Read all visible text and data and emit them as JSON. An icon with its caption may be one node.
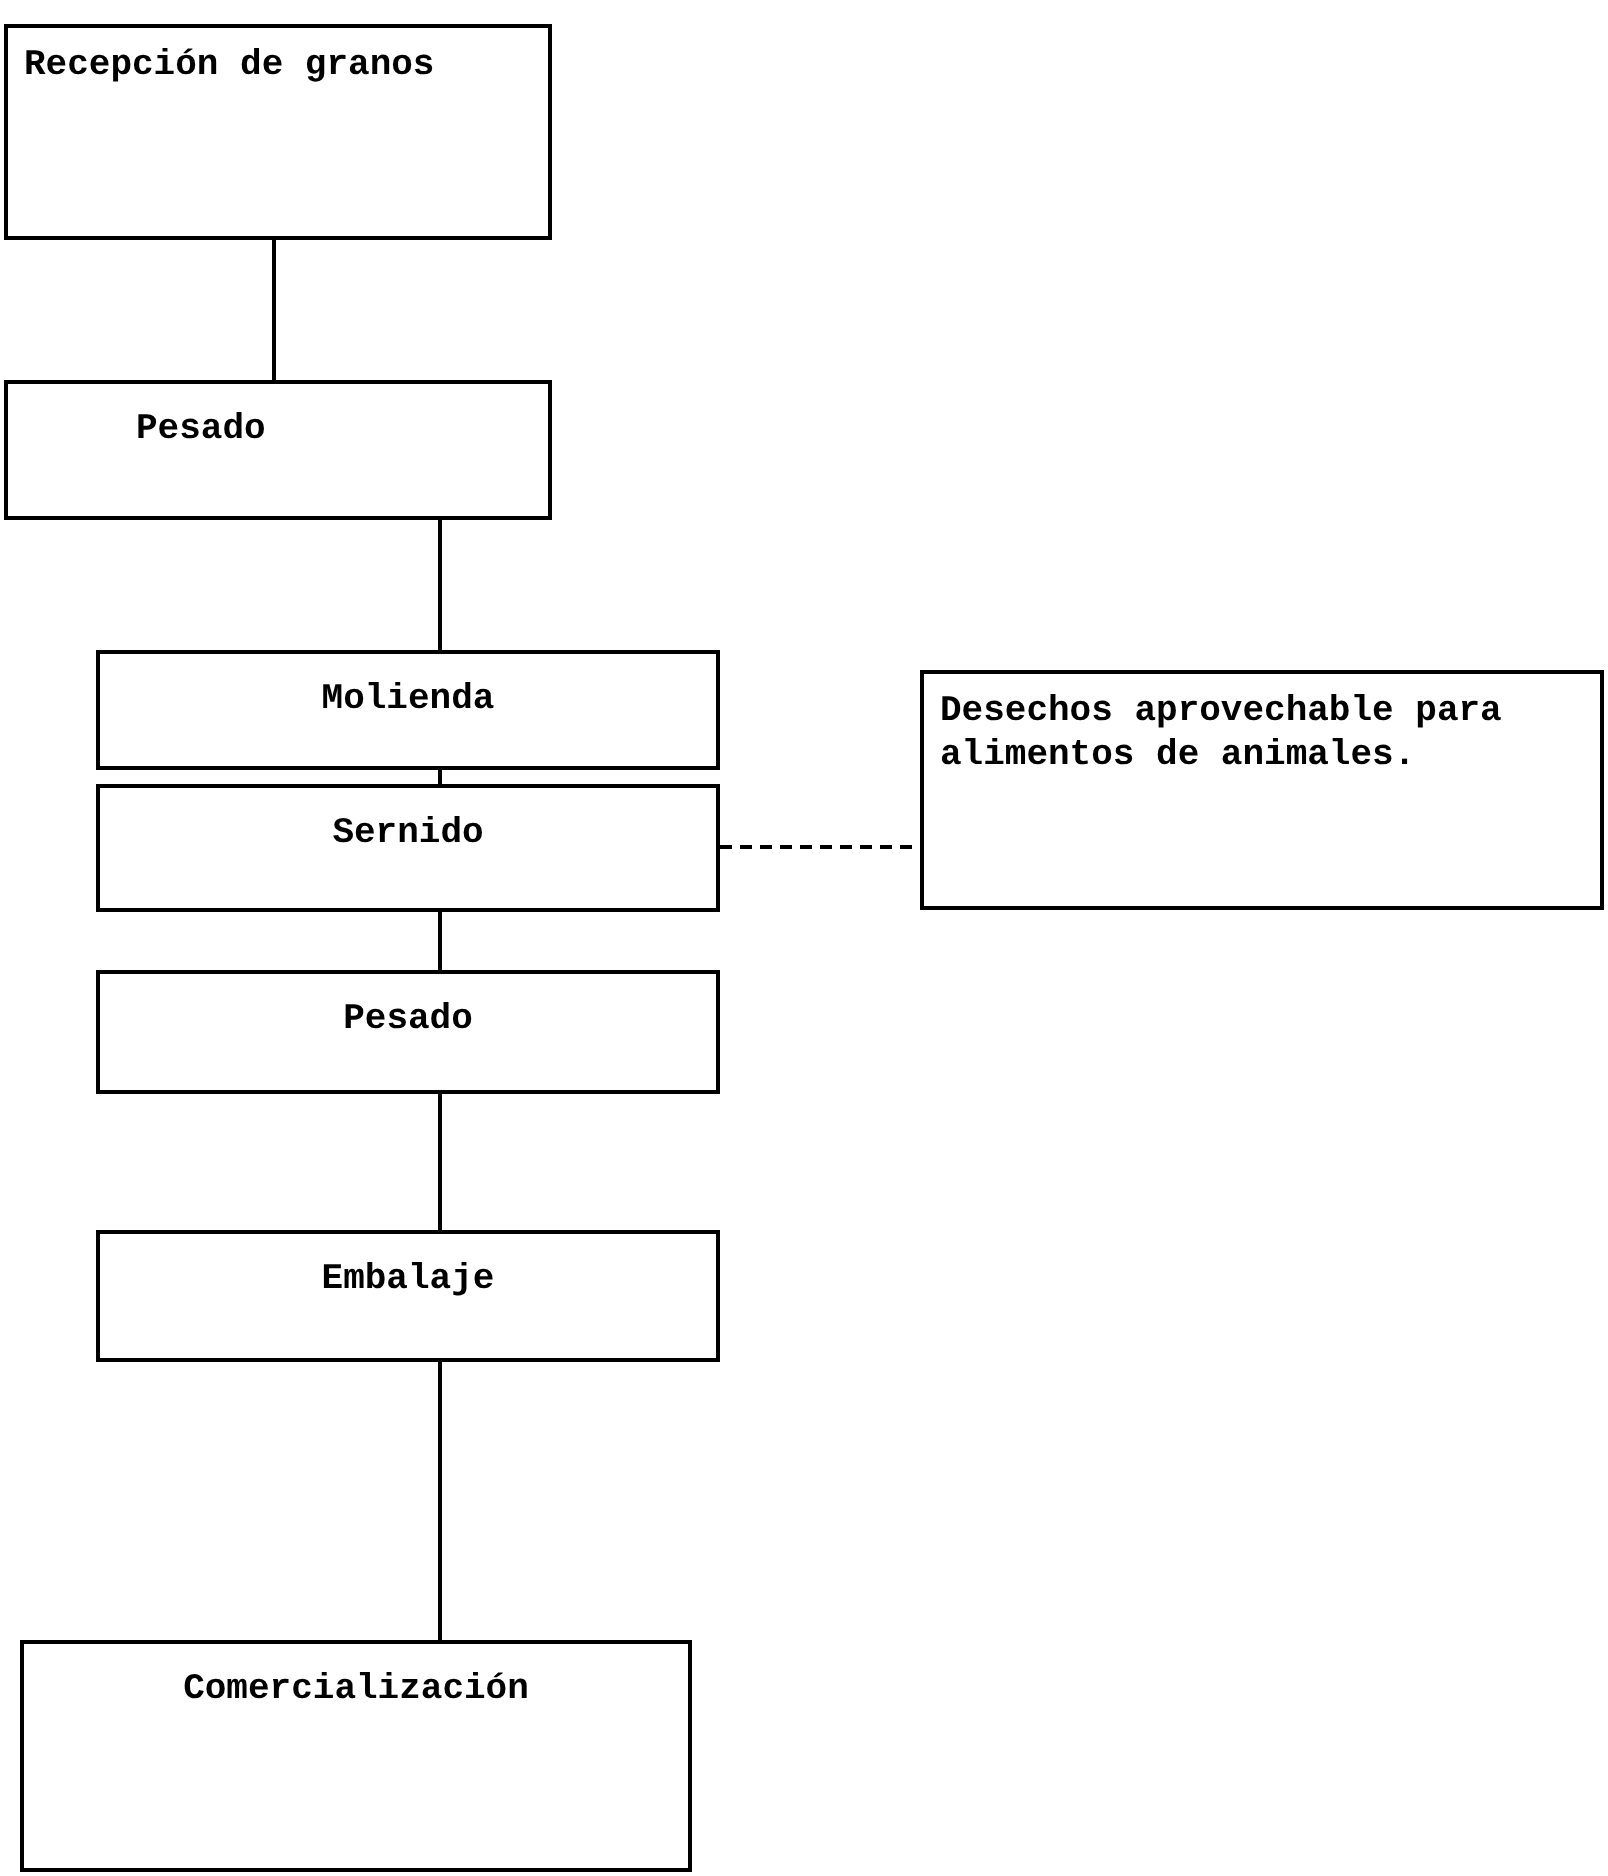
{
  "diagram": {
    "nodes": [
      {
        "text": [
          "Recepción de granos"
        ]
      },
      {
        "text": [
          "Pesado"
        ]
      },
      {
        "text": [
          "Molienda"
        ]
      },
      {
        "text": [
          "Sernido"
        ]
      },
      {
        "text": [
          "Desechos aprovechable para alimentos de animales."
        ]
      },
      {
        "text": [
          "Pesado"
        ]
      },
      {
        "text": [
          "Embalaje"
        ]
      },
      {
        "text": [
          "Comercialización"
        ]
      }
    ],
    "edges": [
      {
        "from": 0,
        "to": 1,
        "arrow": "none"
      },
      {
        "from": 1,
        "to": 2,
        "arrow": "none"
      },
      {
        "from": 2,
        "to": 3,
        "arrow": "none"
      },
      {
        "from": 3,
        "to": 4,
        "arrow": "none",
        "style": "dashed"
      },
      {
        "from": 3,
        "to": 5,
        "arrow": "none"
      },
      {
        "from": 5,
        "to": 6,
        "arrow": "none"
      },
      {
        "from": 6,
        "to": 7,
        "arrow": "none"
      }
    ]
  }
}
